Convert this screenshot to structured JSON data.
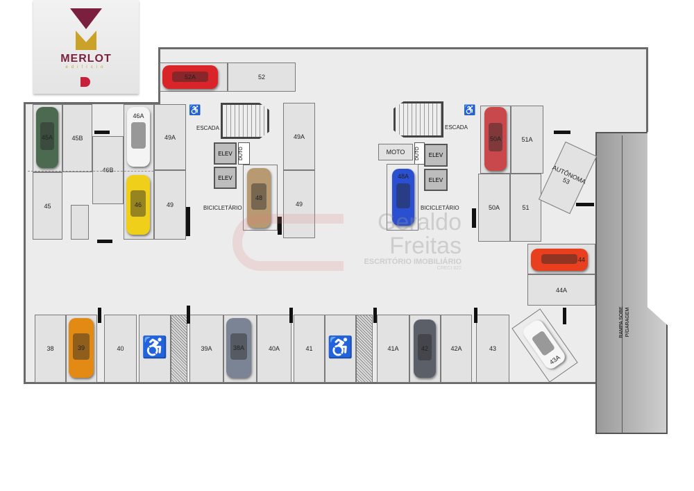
{
  "logo": {
    "name": "MERLOT",
    "subtitle": "edifício",
    "colors": {
      "wine": "#7a1f3d",
      "gold": "#c9a227"
    }
  },
  "areas": {
    "escada": "ESCADA",
    "elev": "ELEV",
    "duto": "DUTO",
    "bicicletario": "BICICLETÁRIO",
    "moto": "MOTO",
    "autonoma": "AUTÔNOMA",
    "autonoma_num": "53",
    "ramp": "RAMPA SOBE",
    "ramp2": "P/GARAGEM"
  },
  "spots": [
    "52A",
    "52",
    "45A",
    "45",
    "45B",
    "46B",
    "46A",
    "46",
    "49A",
    "49",
    "49A",
    "49",
    "48",
    "48A",
    "50A",
    "51A",
    "50A",
    "51",
    "44",
    "44A",
    "38",
    "39",
    "40",
    "39A",
    "38A",
    "40A",
    "41",
    "41A",
    "42",
    "42A",
    "43",
    "43A"
  ],
  "watermark": {
    "line1": "Geraldo",
    "line2": "Freitas",
    "line3": "ESCRITÓRIO IMOBILIÁRIO",
    "line4": "CRECI 822"
  }
}
